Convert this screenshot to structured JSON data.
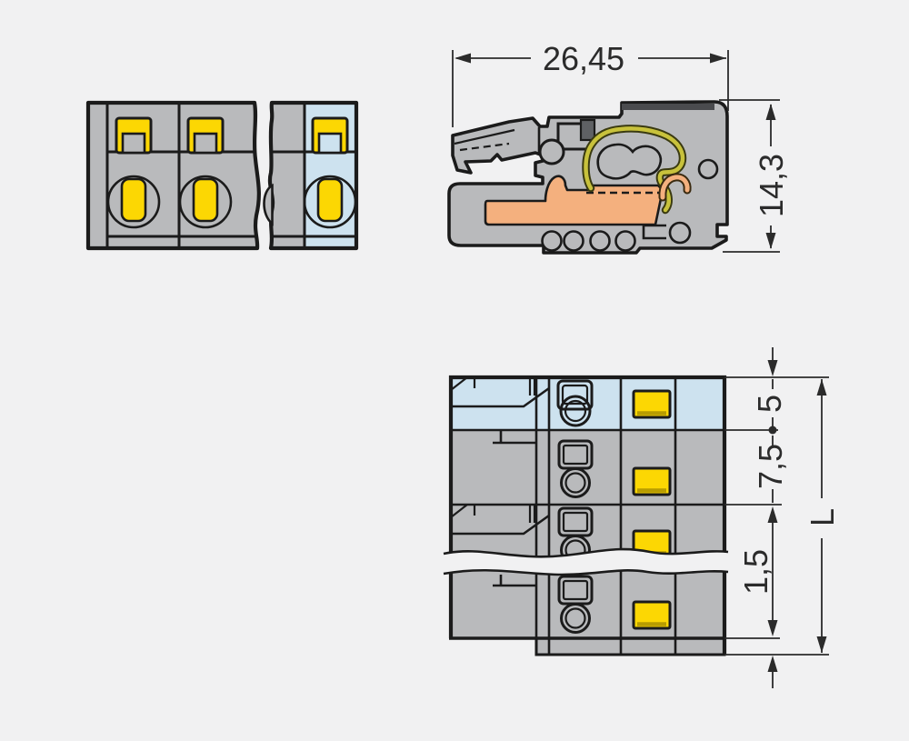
{
  "drawing": {
    "type": "connector-technical-drawing",
    "dimensions": {
      "overall_width": "26,45",
      "overall_height": "14,3",
      "first_pole_offset": "5",
      "pole_pitch": "7,5",
      "end_offset": "1,5",
      "total_length": "L"
    },
    "views": {
      "front": {
        "visible_modules": 3
      },
      "side": {
        "sectioned": true
      },
      "top": {
        "visible_modules": 4
      }
    },
    "colors": {
      "background": "#f1f1f2",
      "body": "#b9babc",
      "body_dark": "#5f6164",
      "highlight": "#cde2ef",
      "yellow": "#fcd703",
      "yellow_dark": "#b89c00",
      "orange": "#f4b07e",
      "spring": "#c8c23c",
      "line": "#1b1b1b",
      "dim": "#2b2b2b"
    }
  }
}
